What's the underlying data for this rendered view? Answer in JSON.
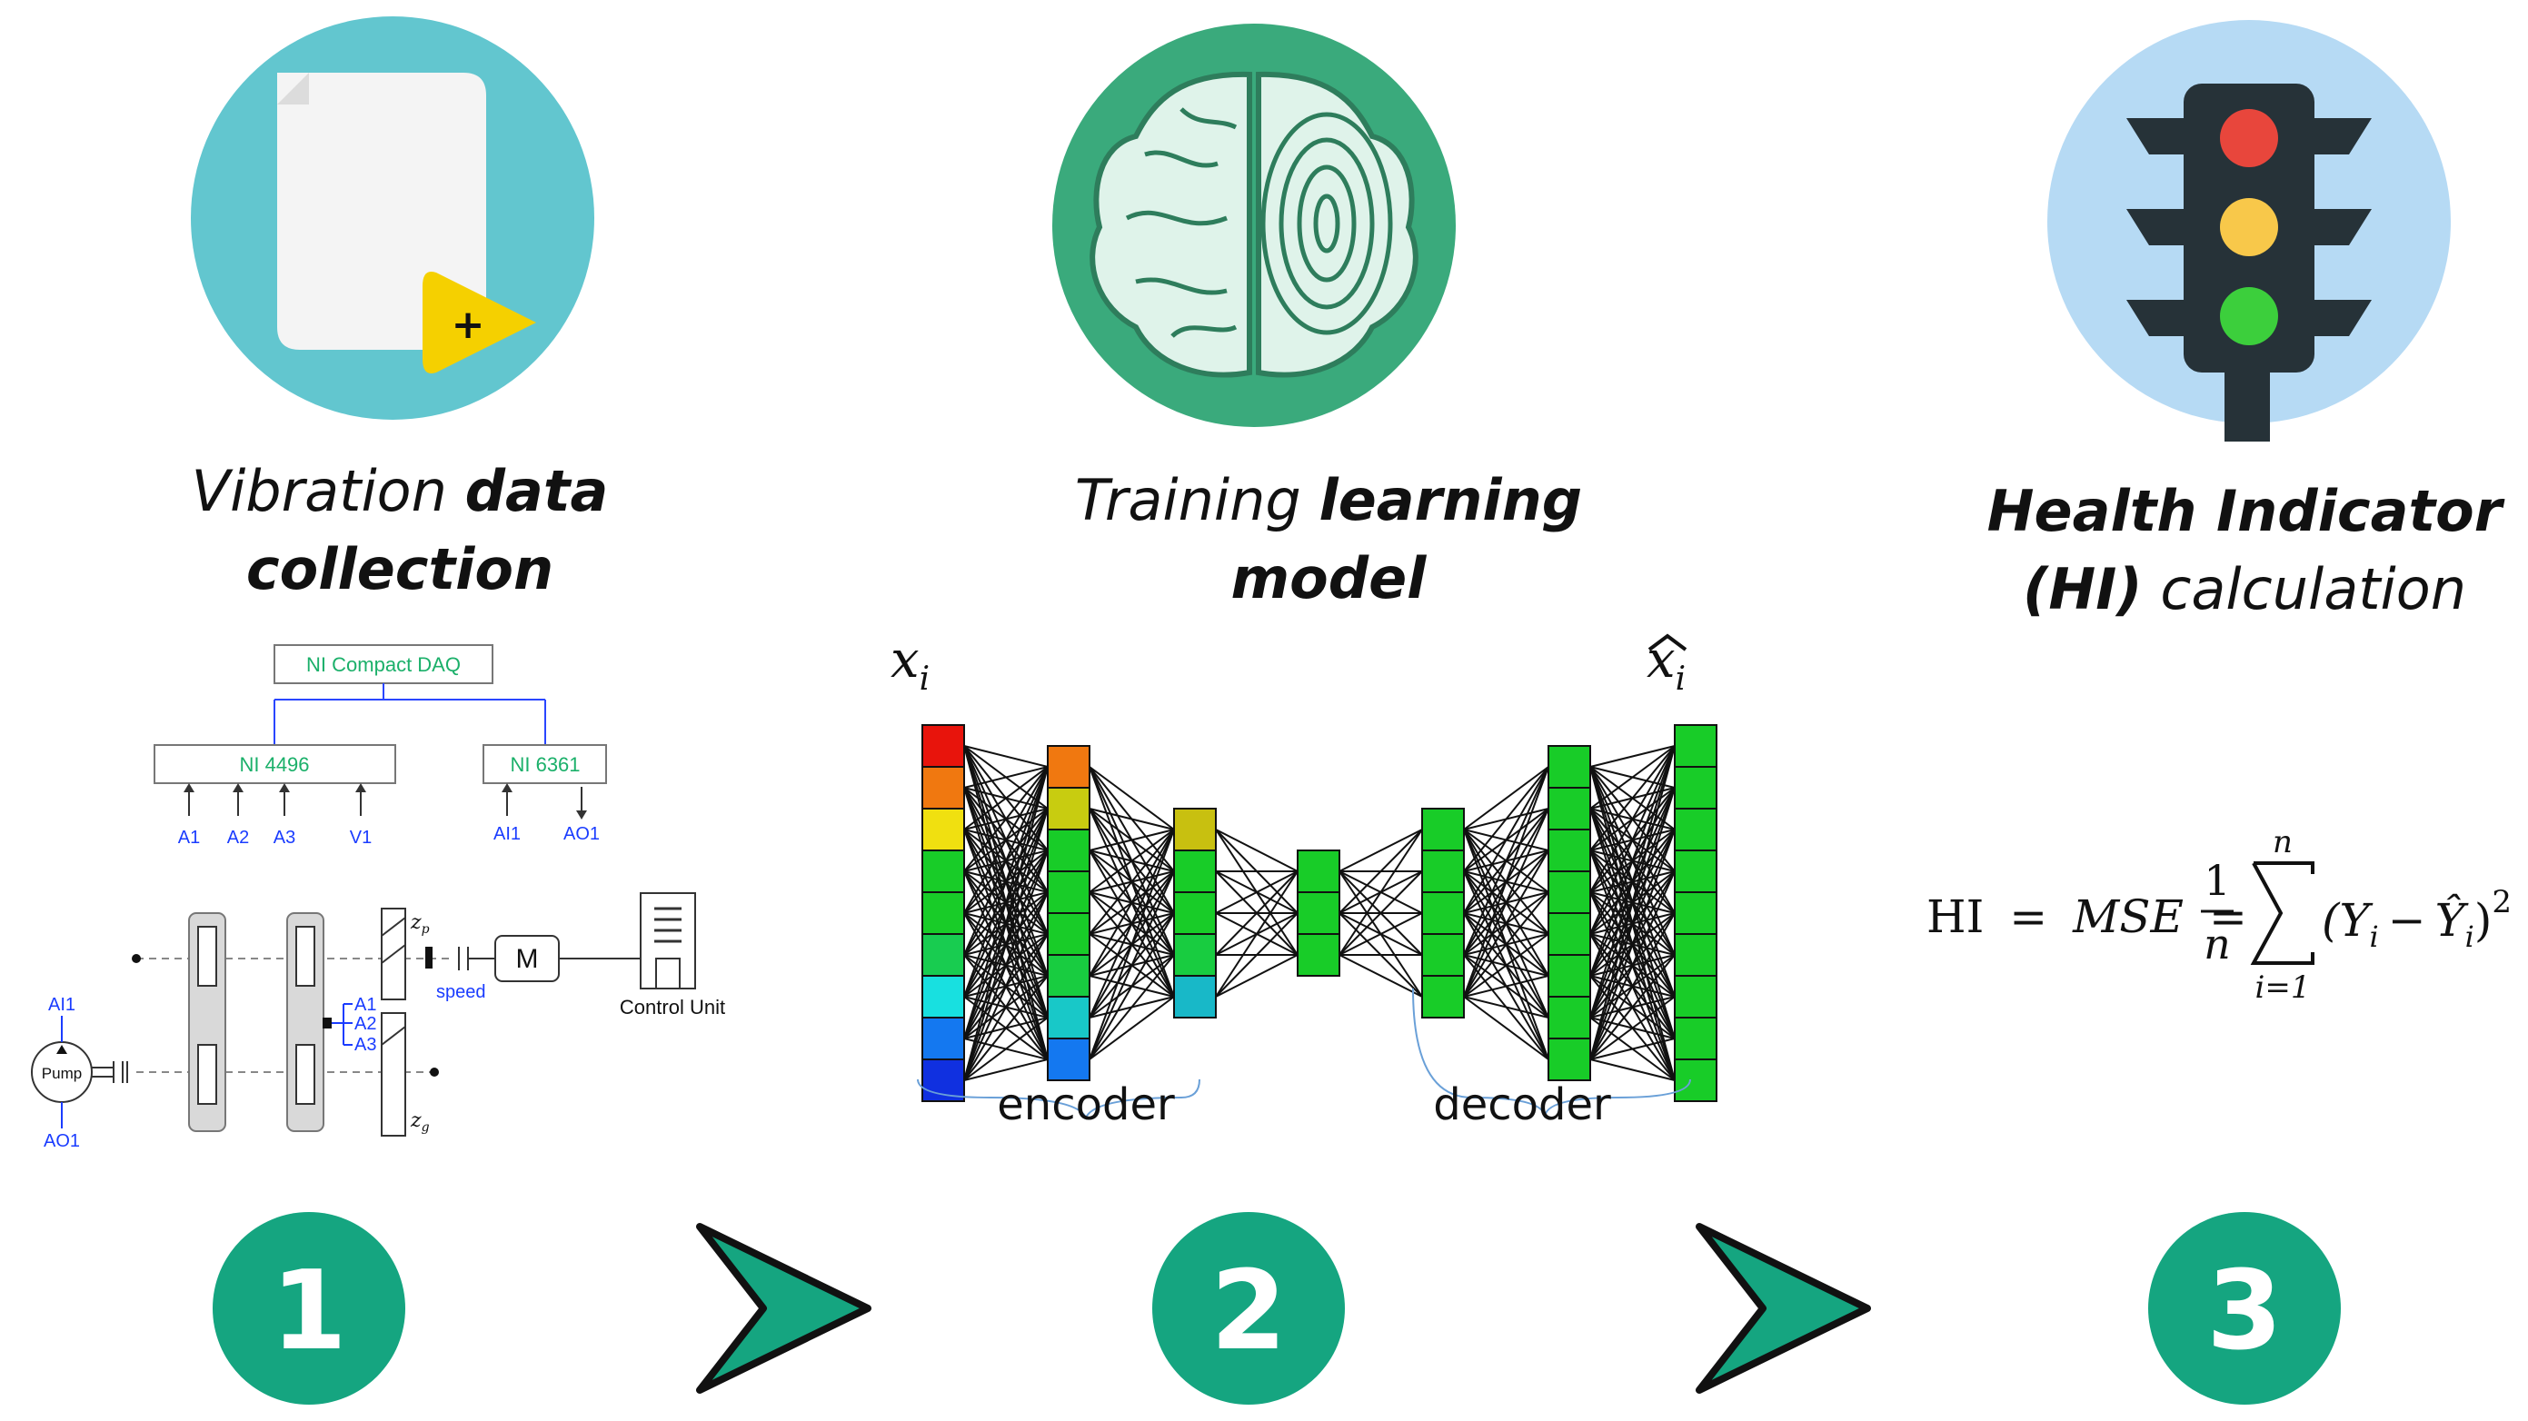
{
  "colors": {
    "teal_circle": "#62c6cf",
    "green_circle": "#3aaa7c",
    "blue_circle": "#b6daf4",
    "step_green": "#15a580",
    "doc_yellow": "#f5d000",
    "accent_blue": "#1a3cff",
    "accent_green": "#1bb06a"
  },
  "steps": [
    {
      "number": "1",
      "title_plain": "Vibration ",
      "title_bold": "data",
      "title_line2_bold": "collection",
      "icon": "document-add-icon"
    },
    {
      "number": "2",
      "title_plain": "Training ",
      "title_bold": "learning",
      "title_line2_bold": "model",
      "icon": "brain-icon"
    },
    {
      "number": "3",
      "title_line1_bold": "Health Indicator",
      "title_line2_bold": "(HI)",
      "title_line2_plain": " calculation",
      "icon": "traffic-light-icon"
    }
  ],
  "daq": {
    "root": "NI Compact DAQ",
    "left_module": "NI 4496",
    "right_module": "NI 6361",
    "left_channels": [
      "A1",
      "A2",
      "A3",
      "V1"
    ],
    "right_channels": [
      "AI1",
      "AO1"
    ],
    "rig": {
      "pump": "Pump",
      "motor": "M",
      "control_unit": "Control Unit",
      "speed": "speed",
      "zp": "z",
      "zp_sub": "p",
      "zg": "z",
      "zg_sub": "g",
      "pump_in": "AI1",
      "pump_out": "AO1",
      "sensors": [
        "A1",
        "A2",
        "A3"
      ]
    }
  },
  "autoencoder": {
    "input_label": "x",
    "input_sub": "i",
    "output_label": "x",
    "output_sub": "i",
    "encoder_label": "encoder",
    "decoder_label": "decoder",
    "layer_sizes": [
      9,
      8,
      5,
      3,
      5,
      8,
      9
    ],
    "input_colors": [
      "#e8140c",
      "#f07810",
      "#f0e010",
      "#18cc28",
      "#18cc28",
      "#18cc50",
      "#18e0e0",
      "#1478f0",
      "#1030e0"
    ],
    "enc1_colors": [
      "#f07810",
      "#c8cc10",
      "#18cc28",
      "#18cc28",
      "#18cc28",
      "#18cc40",
      "#18c8c8",
      "#1478f0"
    ],
    "enc2_colors": [
      "#c8c010",
      "#18cc28",
      "#18cc28",
      "#18cc40",
      "#18b8c8"
    ]
  },
  "formula": {
    "lhs": "HI",
    "eq1": "=",
    "mse": "MSE",
    "eq2": "=",
    "frac_num": "1",
    "frac_den": "n",
    "sum_upper": "n",
    "sum_lower": "i=1",
    "term": "(Y",
    "term_sub": "i",
    "minus": "−",
    "hat_y": "Ŷ",
    "hat_sub": "i",
    "close": ")",
    "power": "2"
  }
}
